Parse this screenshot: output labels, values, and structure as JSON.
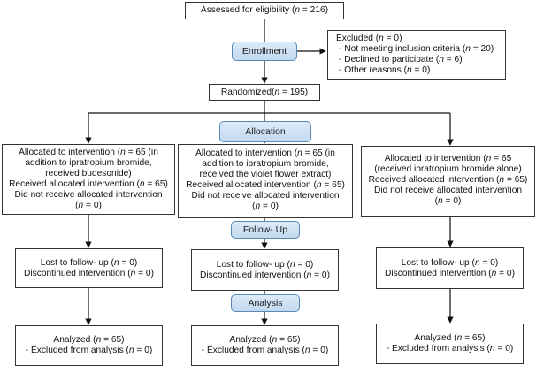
{
  "assessed": {
    "prefix": "Assessed for eligibility (",
    "n_label": "n",
    "suffix": " = 216)"
  },
  "stages": {
    "enrollment": "Enrollment",
    "allocation": "Allocation",
    "followup": "Follow- Up",
    "analysis": "Analysis"
  },
  "excluded": {
    "title": {
      "prefix": "Excluded (",
      "n_label": "n",
      "suffix": " = 0)"
    },
    "items": [
      {
        "prefix": "- Not meeting inclusion criteria (",
        "n_label": "n",
        "suffix": " = 20)"
      },
      {
        "prefix": "- Declined to participate (",
        "n_label": "n",
        "suffix": " = 6)"
      },
      {
        "prefix": "- Other reasons (",
        "n_label": "n",
        "suffix": " = 0)"
      }
    ]
  },
  "randomized": {
    "prefix": "Randomized(",
    "n_label": "n",
    "suffix": " = 195)"
  },
  "arms": [
    {
      "alloc": {
        "l1": {
          "prefix": "Allocated to intervention (",
          "n_label": "n",
          "suffix": " = 65 (in"
        },
        "l2": "addition to ipratropium bromide,",
        "l3": "received budesonide)",
        "l4": {
          "prefix": "Received allocated intervention (",
          "n_label": "n",
          "suffix": " = 65)"
        },
        "l5": "Did not receive allocated intervention",
        "l6": {
          "prefix": "(",
          "n_label": "n",
          "suffix": " = 0)"
        }
      },
      "lost": {
        "l1": {
          "prefix": "Lost to follow- up (",
          "n_label": "n",
          "suffix": " = 0)"
        },
        "l2": {
          "prefix": "Discontinued intervention (",
          "n_label": "n",
          "suffix": " = 0)"
        }
      },
      "analyzed": {
        "l1": {
          "prefix": "Analyzed (",
          "n_label": "n",
          "suffix": " = 65)"
        },
        "l2": {
          "prefix": "- Excluded from analysis (",
          "n_label": "n",
          "suffix": " = 0)"
        }
      }
    },
    {
      "alloc": {
        "l1": {
          "prefix": "Allocated to intervention (",
          "n_label": "n",
          "suffix": " = 65 (in"
        },
        "l2": "addition to ipratropium bromide,",
        "l3": "received the violet flower extract)",
        "l4": {
          "prefix": "Received allocated intervention (",
          "n_label": "n",
          "suffix": " = 65)"
        },
        "l5": "Did not receive allocated intervention",
        "l6": {
          "prefix": "(",
          "n_label": "n",
          "suffix": " = 0)"
        }
      },
      "lost": {
        "l1": {
          "prefix": "Lost to follow- up (",
          "n_label": "n",
          "suffix": " = 0)"
        },
        "l2": {
          "prefix": "Discontinued intervention (",
          "n_label": "n",
          "suffix": " = 0)"
        }
      },
      "analyzed": {
        "l1": {
          "prefix": "Analyzed (",
          "n_label": "n",
          "suffix": " = 65)"
        },
        "l2": {
          "prefix": "- Excluded from analysis (",
          "n_label": "n",
          "suffix": " = 0)"
        }
      }
    },
    {
      "alloc": {
        "l1": {
          "prefix": "Allocated to intervention (",
          "n_label": "n",
          "suffix": " = 65"
        },
        "l2": "(received ipratropium bromide alone)",
        "l3": {
          "prefix": "Received allocated intervention (",
          "n_label": "n",
          "suffix": " = 65)"
        },
        "l4": "Did not receive allocated intervention",
        "l5": {
          "prefix": "(",
          "n_label": "n",
          "suffix": " = 0)"
        }
      },
      "lost": {
        "l1": {
          "prefix": "Lost to follow- up (",
          "n_label": "n",
          "suffix": " = 0)"
        },
        "l2": {
          "prefix": "Discontinued intervention (",
          "n_label": "n",
          "suffix": " = 0)"
        }
      },
      "analyzed": {
        "l1": {
          "prefix": "Analyzed (",
          "n_label": "n",
          "suffix": " = 65)"
        },
        "l2": {
          "prefix": "- Excluded from analysis (",
          "n_label": "n",
          "suffix": " = 0)"
        }
      }
    }
  ]
}
